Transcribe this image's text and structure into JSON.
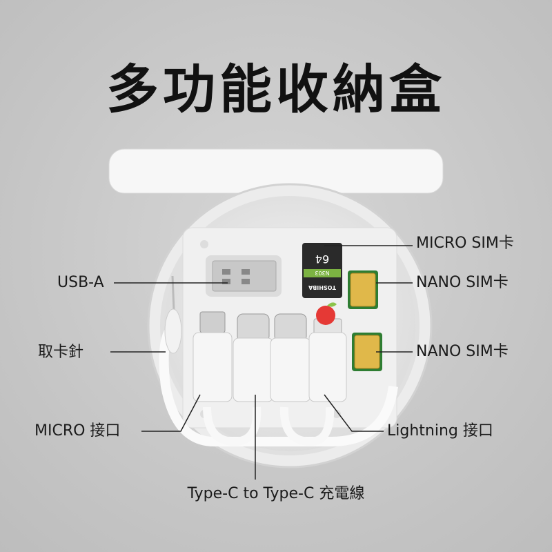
{
  "title": "多功能收納盒",
  "labels": {
    "micro_sim": "MICRO SIM卡",
    "nano_sim_1": "NANO SIM卡",
    "nano_sim_2": "NANO SIM卡",
    "usb_a": "USB-A",
    "pin": "取卡針",
    "micro_port": "MICRO 接口",
    "lightning_port": "Lightning 接口",
    "typec_cable": "Type-C to Type-C 充電線"
  },
  "card": {
    "brand": "TOSHIBA",
    "capacity": "64",
    "model": "N303"
  }
}
